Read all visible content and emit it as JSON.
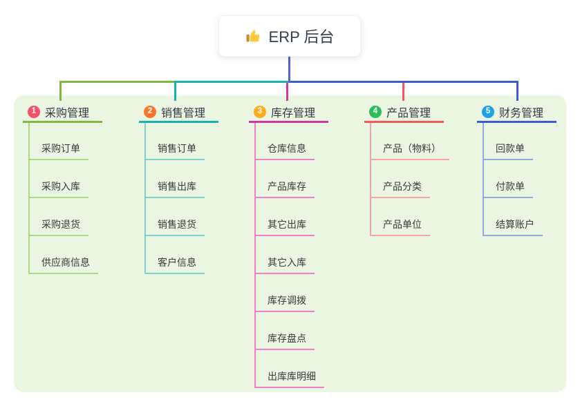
{
  "root": {
    "title": "ERP 后台",
    "icon": "thumbs-up"
  },
  "colors": {
    "root_line": "#5565C4",
    "panel_bg": "#EAF6E1"
  },
  "branches": [
    {
      "badge": "1",
      "label": "采购管理",
      "colors": {
        "badge": "#F4516C",
        "main": "#7CB93E",
        "light": "#ACD584"
      },
      "children": [
        "采购订单",
        "采购入库",
        "采购退货",
        "供应商信息"
      ]
    },
    {
      "badge": "2",
      "label": "销售管理",
      "colors": {
        "badge": "#F7782D",
        "main": "#16B3AE",
        "light": "#7DD2CB"
      },
      "children": [
        "销售订单",
        "销售出库",
        "销售退货",
        "客户信息"
      ]
    },
    {
      "badge": "3",
      "label": "库存管理",
      "colors": {
        "badge": "#FFAD1F",
        "main": "#D4369F",
        "light": "#F27FC4"
      },
      "children": [
        "仓库信息",
        "产品库存",
        "其它出库",
        "其它入库",
        "库存调拨",
        "库存盘点",
        "出库库明细"
      ]
    },
    {
      "badge": "4",
      "label": "产品管理",
      "colors": {
        "badge": "#2EBD59",
        "main": "#F25959",
        "light": "#F7A3A3"
      },
      "children": [
        "产品（物料）",
        "产品分类",
        "产品单位"
      ]
    },
    {
      "badge": "5",
      "label": "财务管理",
      "colors": {
        "badge": "#1FA2E6",
        "main": "#3D5BCE",
        "light": "#94A7DC"
      },
      "children": [
        "回款单",
        "付款单",
        "结算账户"
      ]
    }
  ]
}
